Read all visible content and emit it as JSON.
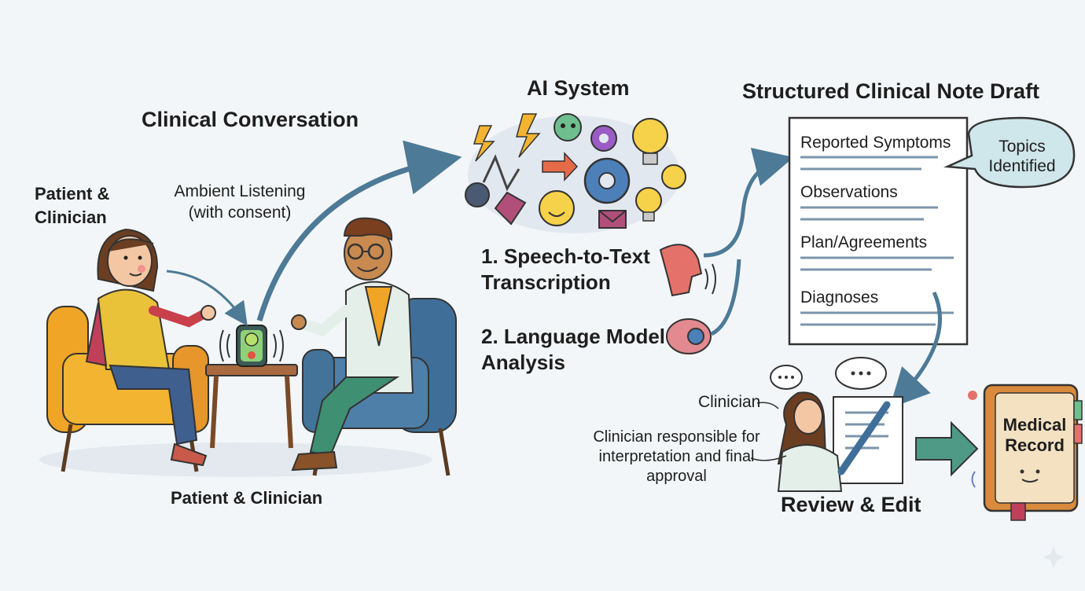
{
  "headings": {
    "clinical_conversation": "Clinical Conversation",
    "ai_system": "AI System",
    "note_draft": "Structured Clinical Note Draft",
    "review_edit": "Review & Edit"
  },
  "conversation": {
    "top_label": "Patient & Clinician",
    "bottom_label": "Patient & Clinician",
    "listening": "Ambient Listening (with consent)"
  },
  "ai_steps": [
    {
      "label": "1. Speech-to-Text Transcription"
    },
    {
      "label": "2. Language Model Analysis"
    }
  ],
  "note": {
    "sections": [
      "Reported Symptoms",
      "Observations",
      "Plan/Agreements",
      "Diagnoses"
    ],
    "callout": "Topics Identified"
  },
  "review": {
    "clinician_label": "Clinician",
    "responsibility": "Clinician responsible for interpretation and final approval"
  },
  "record": {
    "label": "Medical Record"
  },
  "colors": {
    "arrow": "#4d7a96",
    "chair_left": "#f0a526",
    "chair_right": "#3f6f98",
    "note_line": "#7b95ab",
    "callout_fill": "#cfe6ea",
    "book": "#d98a3d"
  }
}
